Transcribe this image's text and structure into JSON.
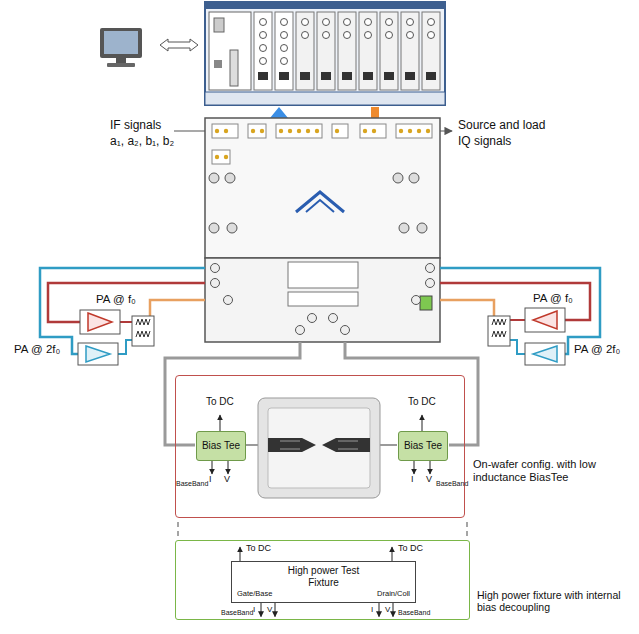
{
  "diagram": {
    "nodes": [
      {
        "text": [
          "On-wafer config. with low inductance BiasTee"
        ]
      },
      {
        "text": [
          "Bias Tee"
        ],
        "in": 0
      },
      {
        "text": [
          "Bias Tee"
        ],
        "in": 0
      },
      {
        "text": [
          "High power fixture with internal bias decoupling"
        ]
      },
      {
        "text": [
          "High power Test Fixture",
          "Gate/Base",
          "Drain/Coll"
        ],
        "in": 3
      }
    ],
    "labels": [
      "IF signals",
      "a₁, a₂, b₁, b₂",
      "Source and load",
      "IQ signals",
      "PA @ f₀",
      "PA @ 2f₀",
      "PA @ f₀",
      "PA @ 2f₀",
      "To DC",
      "I",
      "V",
      "BaseBand",
      "To DC",
      "I",
      "V",
      "BaseBand",
      "To DC",
      "To DC",
      "BaseBand",
      "I",
      "V",
      "I",
      "V",
      "BaseBand"
    ]
  }
}
